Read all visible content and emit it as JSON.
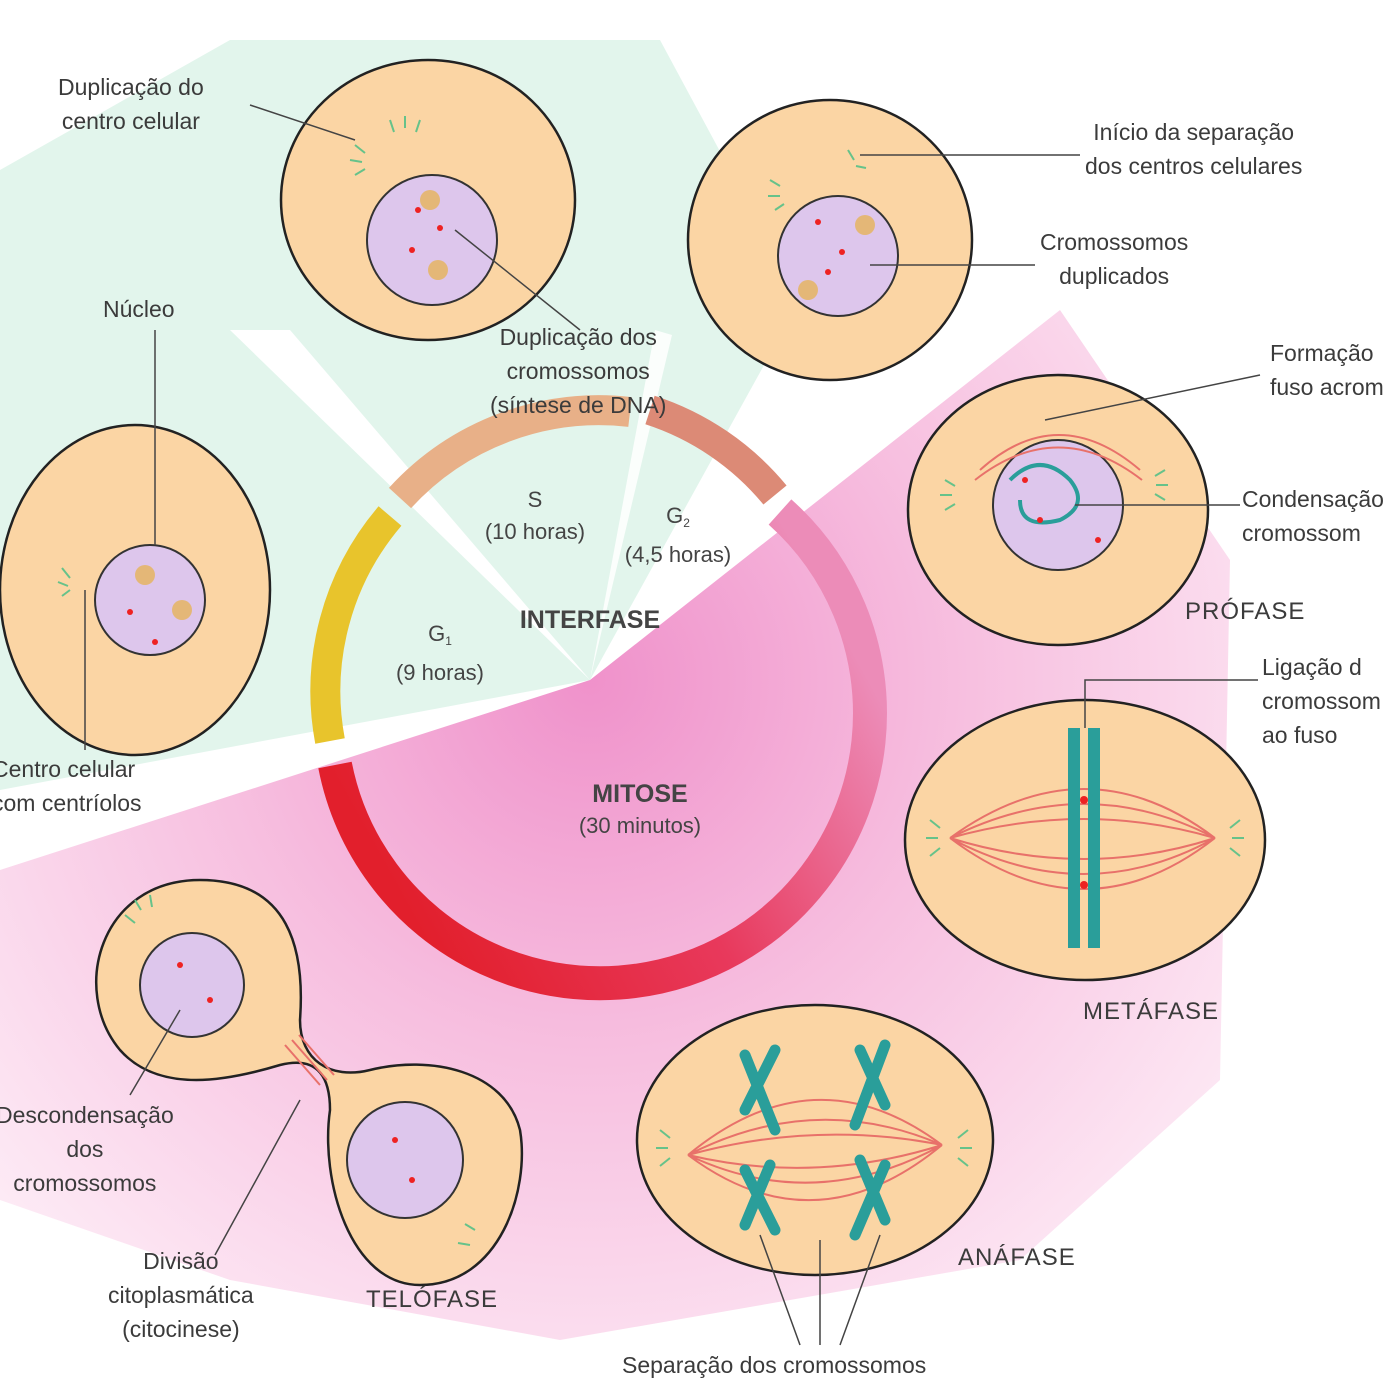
{
  "cycle": {
    "interphase": "INTERFASE",
    "mitosis": {
      "name": "MITOSE",
      "duration": "(30 minutos)"
    },
    "g1": {
      "letter": "G",
      "sub": "1",
      "duration": "(9 horas)"
    },
    "s": {
      "letter": "S",
      "duration": "(10 horas)"
    },
    "g2": {
      "letter": "G",
      "sub": "2",
      "duration": "(4,5 horas)"
    },
    "colors": {
      "g1": "#e8c42c",
      "s": "#e8b088",
      "g2": "#dc8a76",
      "mitosis_start": "#ec86b2",
      "mitosis_end": "#e21f2c",
      "interphase_bg": "#dff4ea",
      "mitosis_bg": "#f6b6dc",
      "cell": "#fbd6a6",
      "nucleus": "#ddc6ec",
      "chromosome": "#2a9e9a"
    }
  },
  "labels": {
    "centro_dup": [
      "Duplicação do",
      "centro celular"
    ],
    "cromo_dup": [
      "Duplicação dos",
      "cromossomos",
      "(síntese de DNA)"
    ],
    "inicio_sep": [
      "Início da separação",
      "dos centros celulares"
    ],
    "cromo_duplicados": [
      "Cromossomos",
      "duplicados"
    ],
    "nucleo": "Núcleo",
    "centro_centriolos": [
      "Centro celular",
      "com centríolos"
    ],
    "formacao_fuso": [
      "Formação",
      "fuso acrom"
    ],
    "condensacao": [
      "Condensação",
      "cromossom"
    ],
    "ligacao": [
      "Ligação d",
      "cromossom",
      "ao fuso"
    ],
    "descondensacao": [
      "Descondensação",
      "dos",
      "cromossomos"
    ],
    "divisao": [
      "Divisão",
      "citoplasmática",
      "(citocinese)"
    ],
    "separacao": "Separação dos cromossomos"
  },
  "phases": {
    "prophase": "PRÓFASE",
    "metaphase": "METÁFASE",
    "anaphase": "ANÁFASE",
    "telophase": "TELÓFASE"
  }
}
